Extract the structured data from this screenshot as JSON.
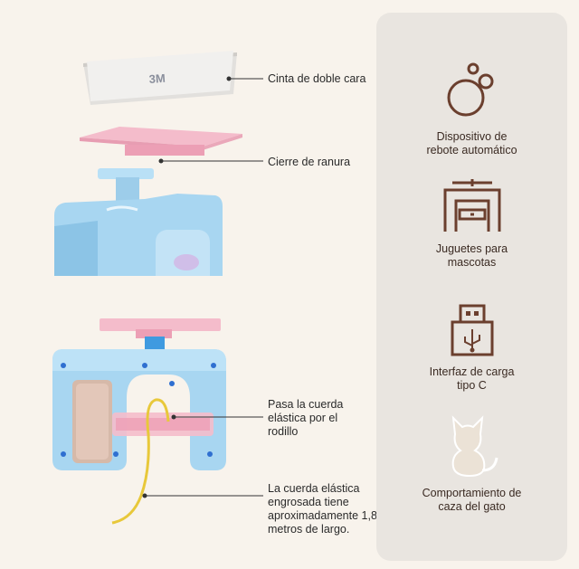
{
  "callouts": {
    "tape": "Cinta de doble cara",
    "slot_lock": "Cierre de ranura",
    "roller": "Pasa la cuerda elástica por el rodillo",
    "cord": "La cuerda elástica engrosada tiene aproximadamente 1,8 metros de largo."
  },
  "features": [
    {
      "label": "Dispositivo de rebote automático",
      "icon": "bubbles-icon"
    },
    {
      "label": "Juguetes para mascotas",
      "icon": "cat-furniture-icon"
    },
    {
      "label": "Interfaz de carga tipo C",
      "icon": "usb-icon"
    },
    {
      "label": "Comportamiento de caza del gato",
      "icon": "cat-icon"
    }
  ],
  "tape_print": "3M",
  "colors": {
    "background": "#f8f3ec",
    "panel": "#e9e5e0",
    "icon": "#6b3f2e",
    "device_blue": "#a6d4f0",
    "pink": "#f2b4c4",
    "cord_yellow": "#e8c83a"
  }
}
